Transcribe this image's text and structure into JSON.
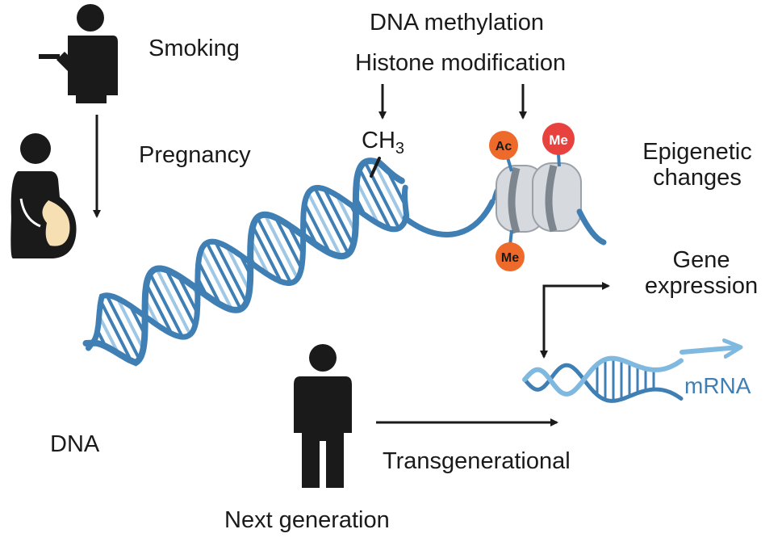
{
  "labels": {
    "smoking": "Smoking",
    "pregnancy": "Pregnancy",
    "dna_methylation": "DNA methylation",
    "histone_modification": "Histone modification",
    "ch3_main": "CH",
    "ch3_sub": "3",
    "epigenetic_line1": "Epigenetic",
    "epigenetic_line2": "changes",
    "gene_line1": "Gene",
    "gene_line2": "expression",
    "mrna": "mRNA",
    "dna": "DNA",
    "next_generation": "Next generation",
    "transgenerational": "Transgenerational"
  },
  "histone_marks": {
    "ac": "Ac",
    "me_top": "Me",
    "me_bottom": "Me"
  },
  "colors": {
    "dna_blue": "#3f7fb4",
    "dna_light": "#9ec8e6",
    "mrna_blue": "#7fb9e0",
    "arrow": "#1a1a1a",
    "silhouette": "#1a1a1a",
    "histone_fill": "#d6d9de",
    "histone_band": "#7d858e",
    "ac_orange": "#ee6a2a",
    "me_red": "#e8423e",
    "fetus": "#f6dfb2"
  },
  "icons": [
    "smoking-person-icon",
    "pregnant-person-icon",
    "next-generation-person-icon"
  ]
}
